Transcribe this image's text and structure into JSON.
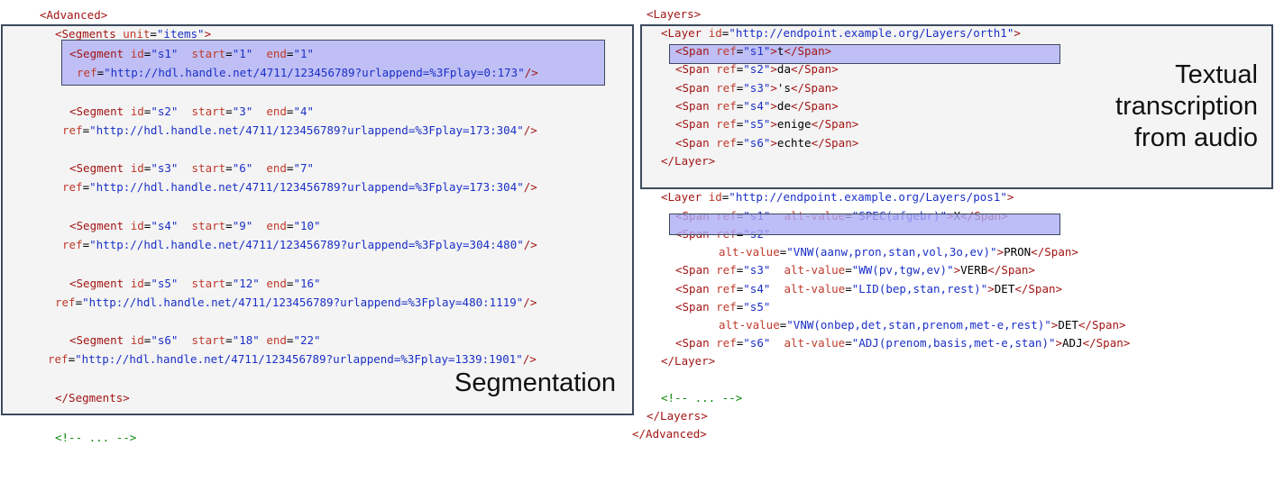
{
  "left": {
    "advanced_open": "<Advanced>",
    "segments_open": "<Segments unit=\"items\">",
    "segments": [
      {
        "id": "s1",
        "start": "1",
        "end": "1",
        "ref": "http://hdl.handle.net/4711/123456789?urlappend=%3Fplay=0:173"
      },
      {
        "id": "s2",
        "start": "3",
        "end": "4",
        "ref": "http://hdl.handle.net/4711/123456789?urlappend=%3Fplay=173:304"
      },
      {
        "id": "s3",
        "start": "6",
        "end": "7",
        "ref": "http://hdl.handle.net/4711/123456789?urlappend=%3Fplay=173:304"
      },
      {
        "id": "s4",
        "start": "9",
        "end": "10",
        "ref": "http://hdl.handle.net/4711/123456789?urlappend=%3Fplay=304:480"
      },
      {
        "id": "s5",
        "start": "12",
        "end": "16",
        "ref": "http://hdl.handle.net/4711/123456789?urlappend=%3Fplay=480:1119"
      },
      {
        "id": "s6",
        "start": "18",
        "end": "22",
        "ref": "http://hdl.handle.net/4711/123456789?urlappend=%3Fplay=1339:1901"
      }
    ],
    "segments_close": "</Segments>",
    "comment": "<!-- ... -->",
    "caption": "Segmentation"
  },
  "right": {
    "layers_open": "<Layers>",
    "orth_layer_id": "http://endpoint.example.org/Layers/orth1",
    "orth_spans": [
      {
        "ref": "s1",
        "text": "t"
      },
      {
        "ref": "s2",
        "text": "da"
      },
      {
        "ref": "s3",
        "text": "'s"
      },
      {
        "ref": "s4",
        "text": "de"
      },
      {
        "ref": "s5",
        "text": "enige"
      },
      {
        "ref": "s6",
        "text": "echte"
      }
    ],
    "layer_close": "</Layer>",
    "caption_lines": [
      "Textual",
      "transcription",
      "from audio"
    ],
    "pos_layer_id": "http://endpoint.example.org/Layers/pos1",
    "pos_spans": [
      {
        "ref": "s1",
        "alt": "SPEC(afgebr)",
        "text": "X"
      },
      {
        "ref": "s2",
        "alt": "VNW(aanw,pron,stan,vol,3o,ev)",
        "text": "PRON"
      },
      {
        "ref": "s3",
        "alt": "WW(pv,tgw,ev)",
        "text": "VERB"
      },
      {
        "ref": "s4",
        "alt": "LID(bep,stan,rest)",
        "text": "DET"
      },
      {
        "ref": "s5",
        "alt": "VNW(onbep,det,stan,prenom,met-e,rest)",
        "text": "DET"
      },
      {
        "ref": "s6",
        "alt": "ADJ(prenom,basis,met-e,stan)",
        "text": "ADJ"
      }
    ],
    "comment": "<!-- ... -->",
    "layers_close": "</Layers>",
    "advanced_close": "</Advanced>"
  },
  "colors": {
    "tag": "#a31515",
    "attribute": "#c0392b",
    "value": "#1a2fc7",
    "comment": "#0a8a0a",
    "panel": "#f4f4f4",
    "border": "#3d4a5e",
    "highlight": "#aaaaf5"
  }
}
